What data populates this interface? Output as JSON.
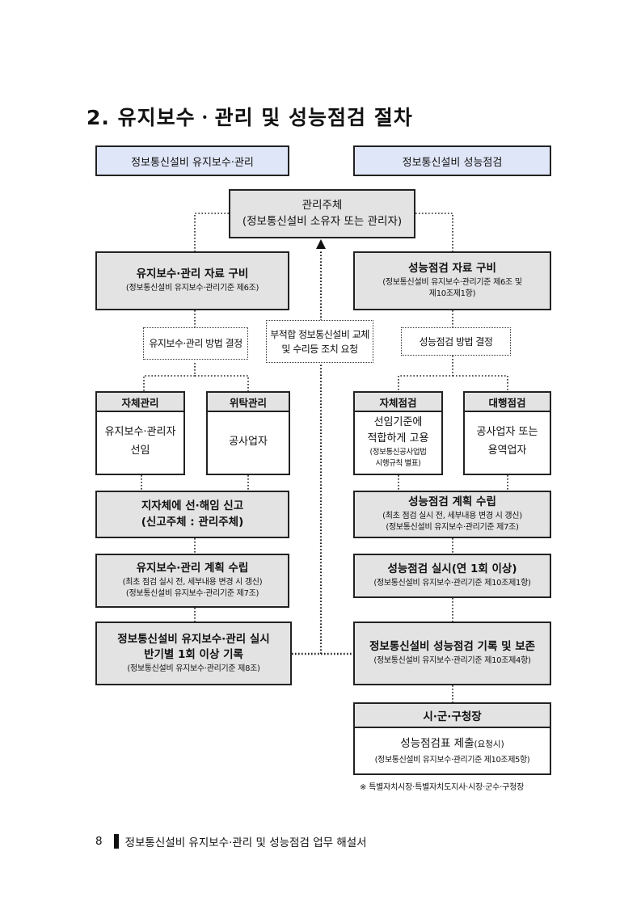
{
  "title": "2. 유지보수ㆍ관리 및 성능점검 절차",
  "headers": {
    "left": "정보통신설비 유지보수·관리",
    "right": "정보통신설비 성능점검"
  },
  "top_box": {
    "line1": "관리주체",
    "line2": "(정보통신설비 소유자 또는 관리자)"
  },
  "left": {
    "prep": {
      "main": "유지보수·관리 자료 구비",
      "sub": "(정보통신설비 유지보수·관리기준 제6조)"
    },
    "method": "유지보수·관리 방법 결정",
    "self": {
      "head": "자체관리",
      "body1": "유지보수·관리자",
      "body2": "선임"
    },
    "outsource": {
      "head": "위탁관리",
      "body1": "공사업자"
    },
    "report": {
      "line1": "지자체에 선·해임 신고",
      "line2": "(신고주체 : 관리주체)"
    },
    "plan": {
      "main": "유지보수·관리 계획 수립",
      "sub1": "(최초 점검 실시 전, 세부내용 변경 시 갱신)",
      "sub2": "(정보통신설비 유지보수·관리기준 제7조)"
    },
    "exec": {
      "line1": "정보통신설비 유지보수·관리 실시",
      "line2": "반기별 1회 이상 기록",
      "sub": "(정보통신설비 유지보수·관리기준 제8조)"
    }
  },
  "center_request": {
    "line1": "부적합 정보통신설비 교체",
    "line2": "및 수리등 조치 요청"
  },
  "right": {
    "prep": {
      "main": "성능점검 자료 구비",
      "sub1": "(정보통신설비 유지보수·관리기준 제6조 및",
      "sub2": "제10조제1항)"
    },
    "method": "성능점검 방법 결정",
    "self": {
      "head": "자체점검",
      "body1": "선임기준에",
      "body2": "적합하게 고용",
      "sub1": "(정보통신공사업법",
      "sub2": "시행규칙 별표)"
    },
    "agency": {
      "head": "대행점검",
      "body1": "공사업자 또는",
      "body2": "용역업자"
    },
    "plan": {
      "main": "성능점검 계획 수립",
      "sub1": "(최초 점검 실시 전, 세부내용 변경 시 갱신)",
      "sub2": "(정보통신설비 유지보수·관리기준 제7조)"
    },
    "exec": {
      "main": "성능점검 실시(연 1회 이상)",
      "sub": "(정보통신설비 유지보수·관리기준 제10조제1항)"
    },
    "record": {
      "main": "정보통신설비 성능점검 기록 및 보존",
      "sub": "(정보통신설비 유지보수·관리기준 제10조제4항)"
    },
    "city": {
      "head": "시·군·구청장",
      "body_main": "성능점검표 제출",
      "body_note": "(요청시)",
      "sub": "(정보통신설비 유지보수·관리기준 제10조제5항)"
    }
  },
  "note": "※ 특별자치시장·특별자치도지사·시장·군수·구청장",
  "footer": {
    "page": "8",
    "text": "정보통신설비 유지보수·관리 및 성능점검 업무 해설서"
  },
  "colors": {
    "header_fill": "#dfe6f7",
    "box_fill": "#e3e3e3",
    "border": "#222222"
  }
}
